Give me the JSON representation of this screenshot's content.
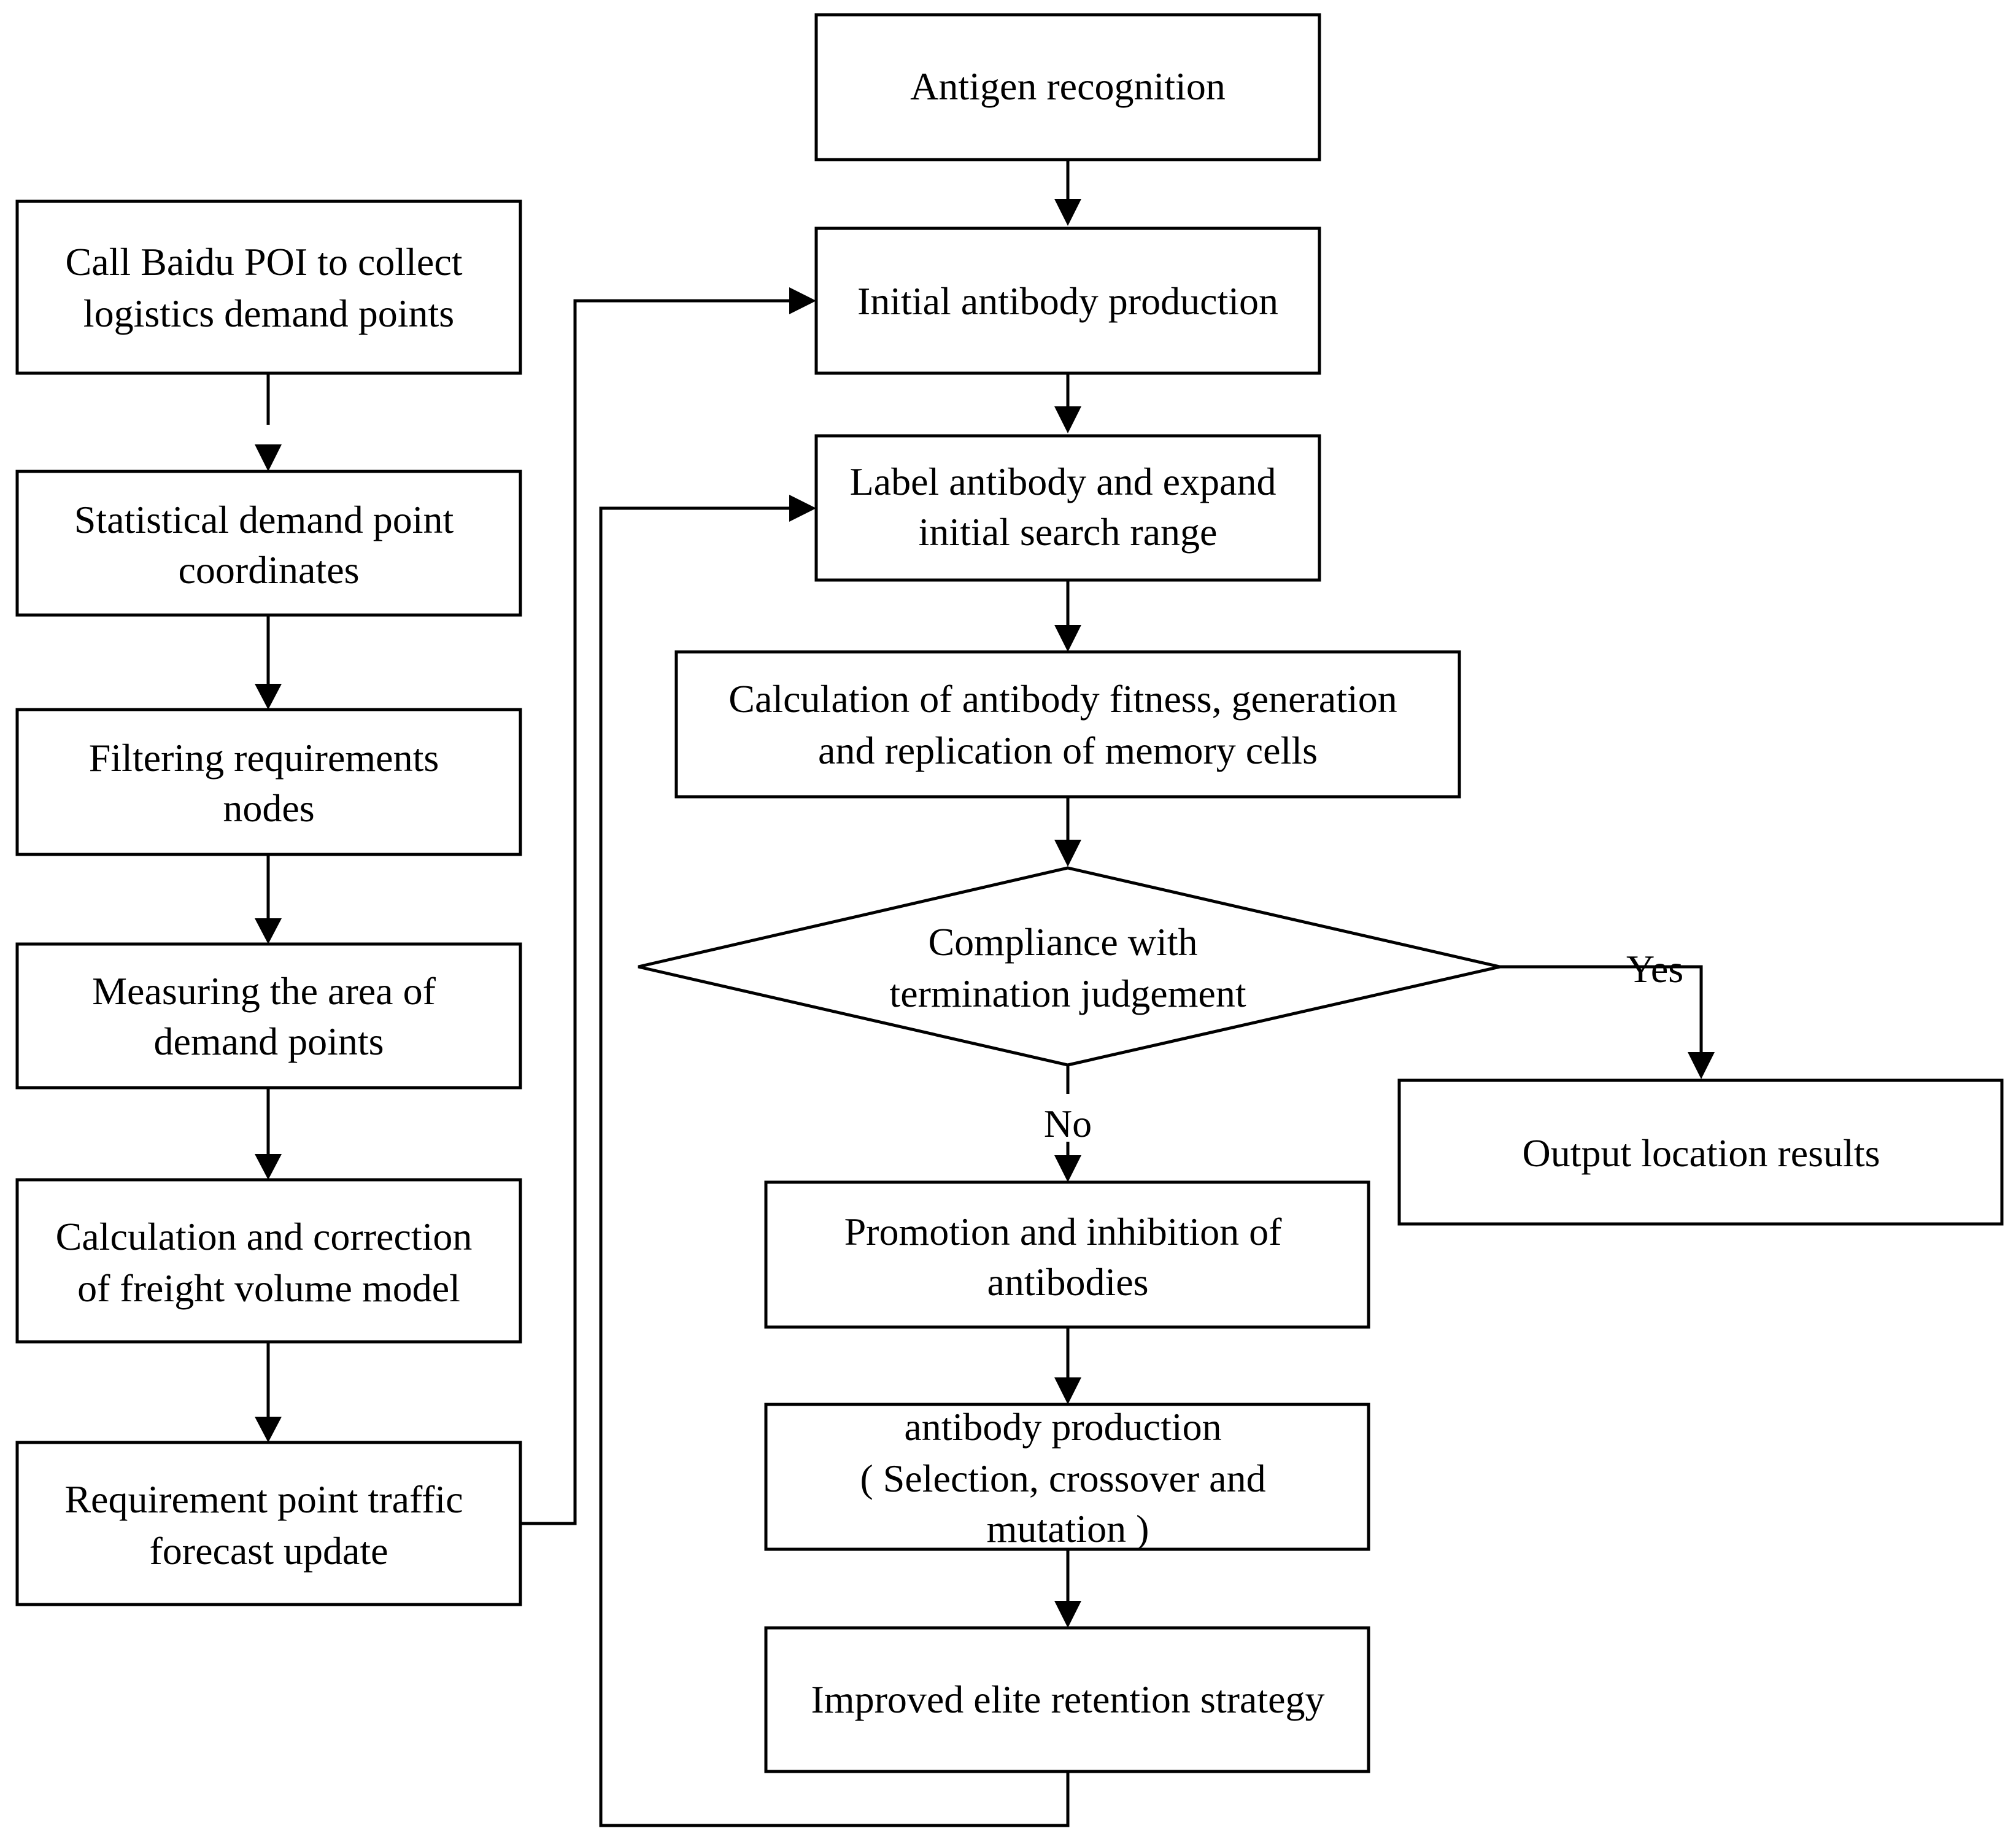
{
  "left_flow": [
    {
      "id": "call-baidu-poi",
      "lines": [
        "Call Baidu POI to collect",
        "logistics demand points"
      ]
    },
    {
      "id": "statistical-coordinates",
      "lines": [
        "Statistical demand point",
        "coordinates"
      ]
    },
    {
      "id": "filtering-nodes",
      "lines": [
        "Filtering requirements",
        "nodes"
      ]
    },
    {
      "id": "measuring-area",
      "lines": [
        "Measuring the area of",
        "demand points"
      ]
    },
    {
      "id": "freight-volume-model",
      "lines": [
        "Calculation and correction",
        "of freight volume model"
      ]
    },
    {
      "id": "traffic-forecast-update",
      "lines": [
        "Requirement point traffic",
        "forecast update"
      ]
    }
  ],
  "right_flow": [
    {
      "id": "antigen-recognition",
      "lines": [
        "Antigen recognition"
      ]
    },
    {
      "id": "initial-antibody-production",
      "lines": [
        "Initial antibody production"
      ]
    },
    {
      "id": "label-antibody",
      "lines": [
        "Label antibody and expand",
        "initial search range"
      ]
    },
    {
      "id": "antibody-fitness",
      "lines": [
        "Calculation of antibody fitness, generation",
        "and replication of memory cells"
      ]
    },
    {
      "id": "termination-decision",
      "lines": [
        "Compliance with",
        "termination judgement"
      ]
    },
    {
      "id": "promotion-inhibition",
      "lines": [
        "Promotion and inhibition of",
        "antibodies"
      ]
    },
    {
      "id": "antibody-production",
      "lines": [
        "antibody production",
        "( Selection, crossover and",
        "mutation )"
      ]
    },
    {
      "id": "elite-retention",
      "lines": [
        "Improved elite retention strategy"
      ]
    },
    {
      "id": "output-location-results",
      "lines": [
        "Output location results"
      ]
    }
  ],
  "edge_labels": {
    "yes": "Yes",
    "no": "No"
  }
}
